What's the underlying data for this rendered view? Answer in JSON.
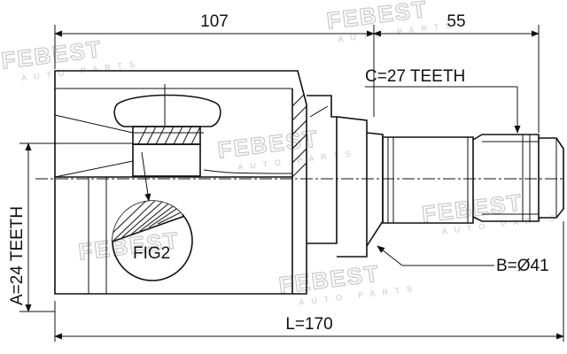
{
  "diagram": {
    "dimensions": {
      "outer_length": "107",
      "stub_length": "55",
      "total_length": "L=170",
      "diameter": "B=Ø41",
      "inner_teeth": "A=24 TEETH",
      "outer_teeth": "C=27 TEETH"
    },
    "detail_label": "FIG2",
    "watermark": {
      "brand": "FEBEST",
      "tagline": "AUTO PARTS"
    }
  }
}
